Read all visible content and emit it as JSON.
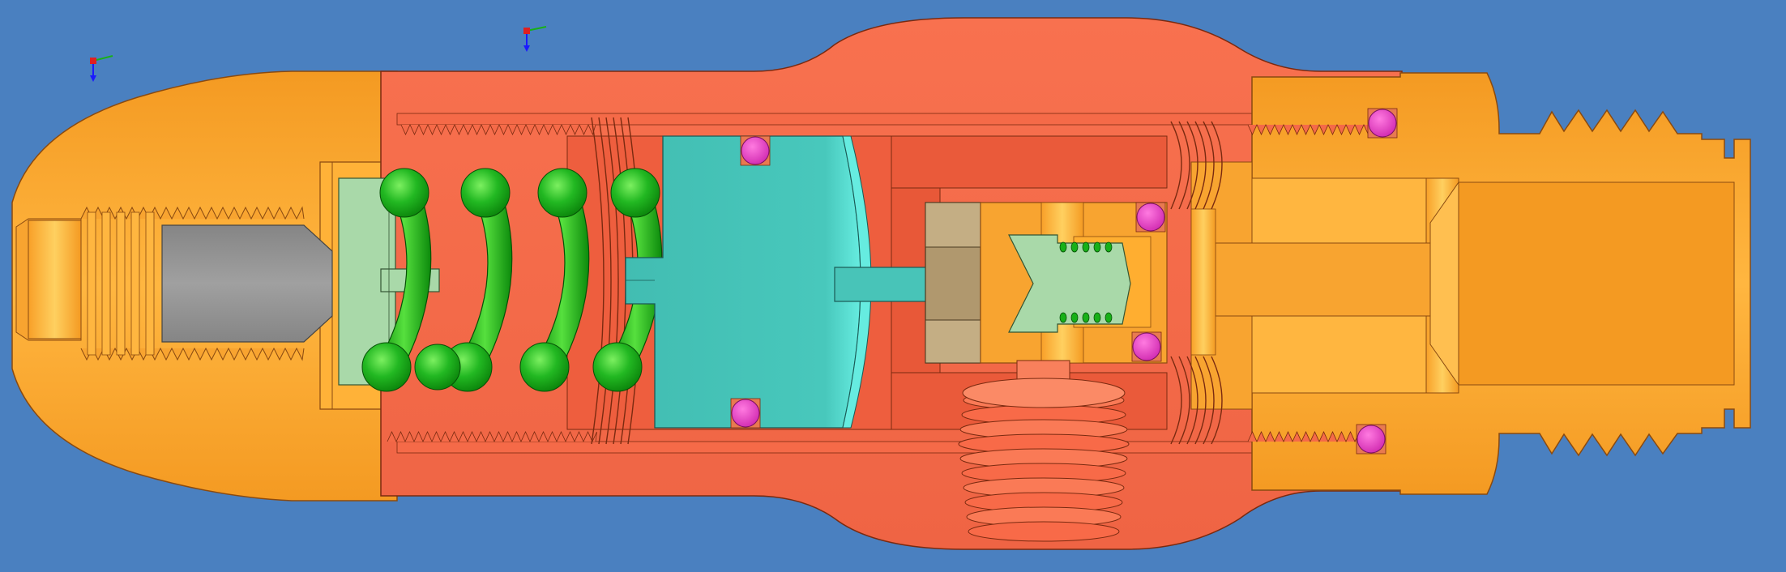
{
  "viewport": {
    "background": "#4a80c0",
    "view": "section-view",
    "labels": []
  },
  "palette": {
    "orange_body": "#f8a430",
    "orange_body_light": "#ffbe48",
    "red_housing": "#f86e4c",
    "red_housing_dark": "#e25434",
    "teal_piston": "#48c4b8",
    "teal_piston_light": "#56e0d4",
    "green_spring": "#10a010",
    "green_spring_light": "#58e040",
    "pale_green_insert": "#a8d8a8",
    "gray_insert": "#909090",
    "tan_nut": "#b09870",
    "magenta_oring": "#e040c0",
    "outline": "#5a3010"
  },
  "parts": [
    {
      "name": "nose-cap",
      "color_key": "orange_body"
    },
    {
      "name": "central-housing",
      "color_key": "red_housing"
    },
    {
      "name": "rear-fitting",
      "color_key": "orange_body"
    },
    {
      "name": "compression-spring",
      "color_key": "green_spring"
    },
    {
      "name": "piston",
      "color_key": "teal_piston"
    },
    {
      "name": "valve-poppet",
      "color_key": "pale_green_insert"
    },
    {
      "name": "threaded-insert",
      "color_key": "gray_insert"
    },
    {
      "name": "side-port-fitting",
      "color_key": "red_housing"
    },
    {
      "name": "o-rings",
      "color_key": "magenta_oring",
      "count": 6
    }
  ],
  "icons": [
    {
      "name": "coordinate-triad-icon"
    },
    {
      "name": "coordinate-triad-icon-secondary"
    }
  ]
}
